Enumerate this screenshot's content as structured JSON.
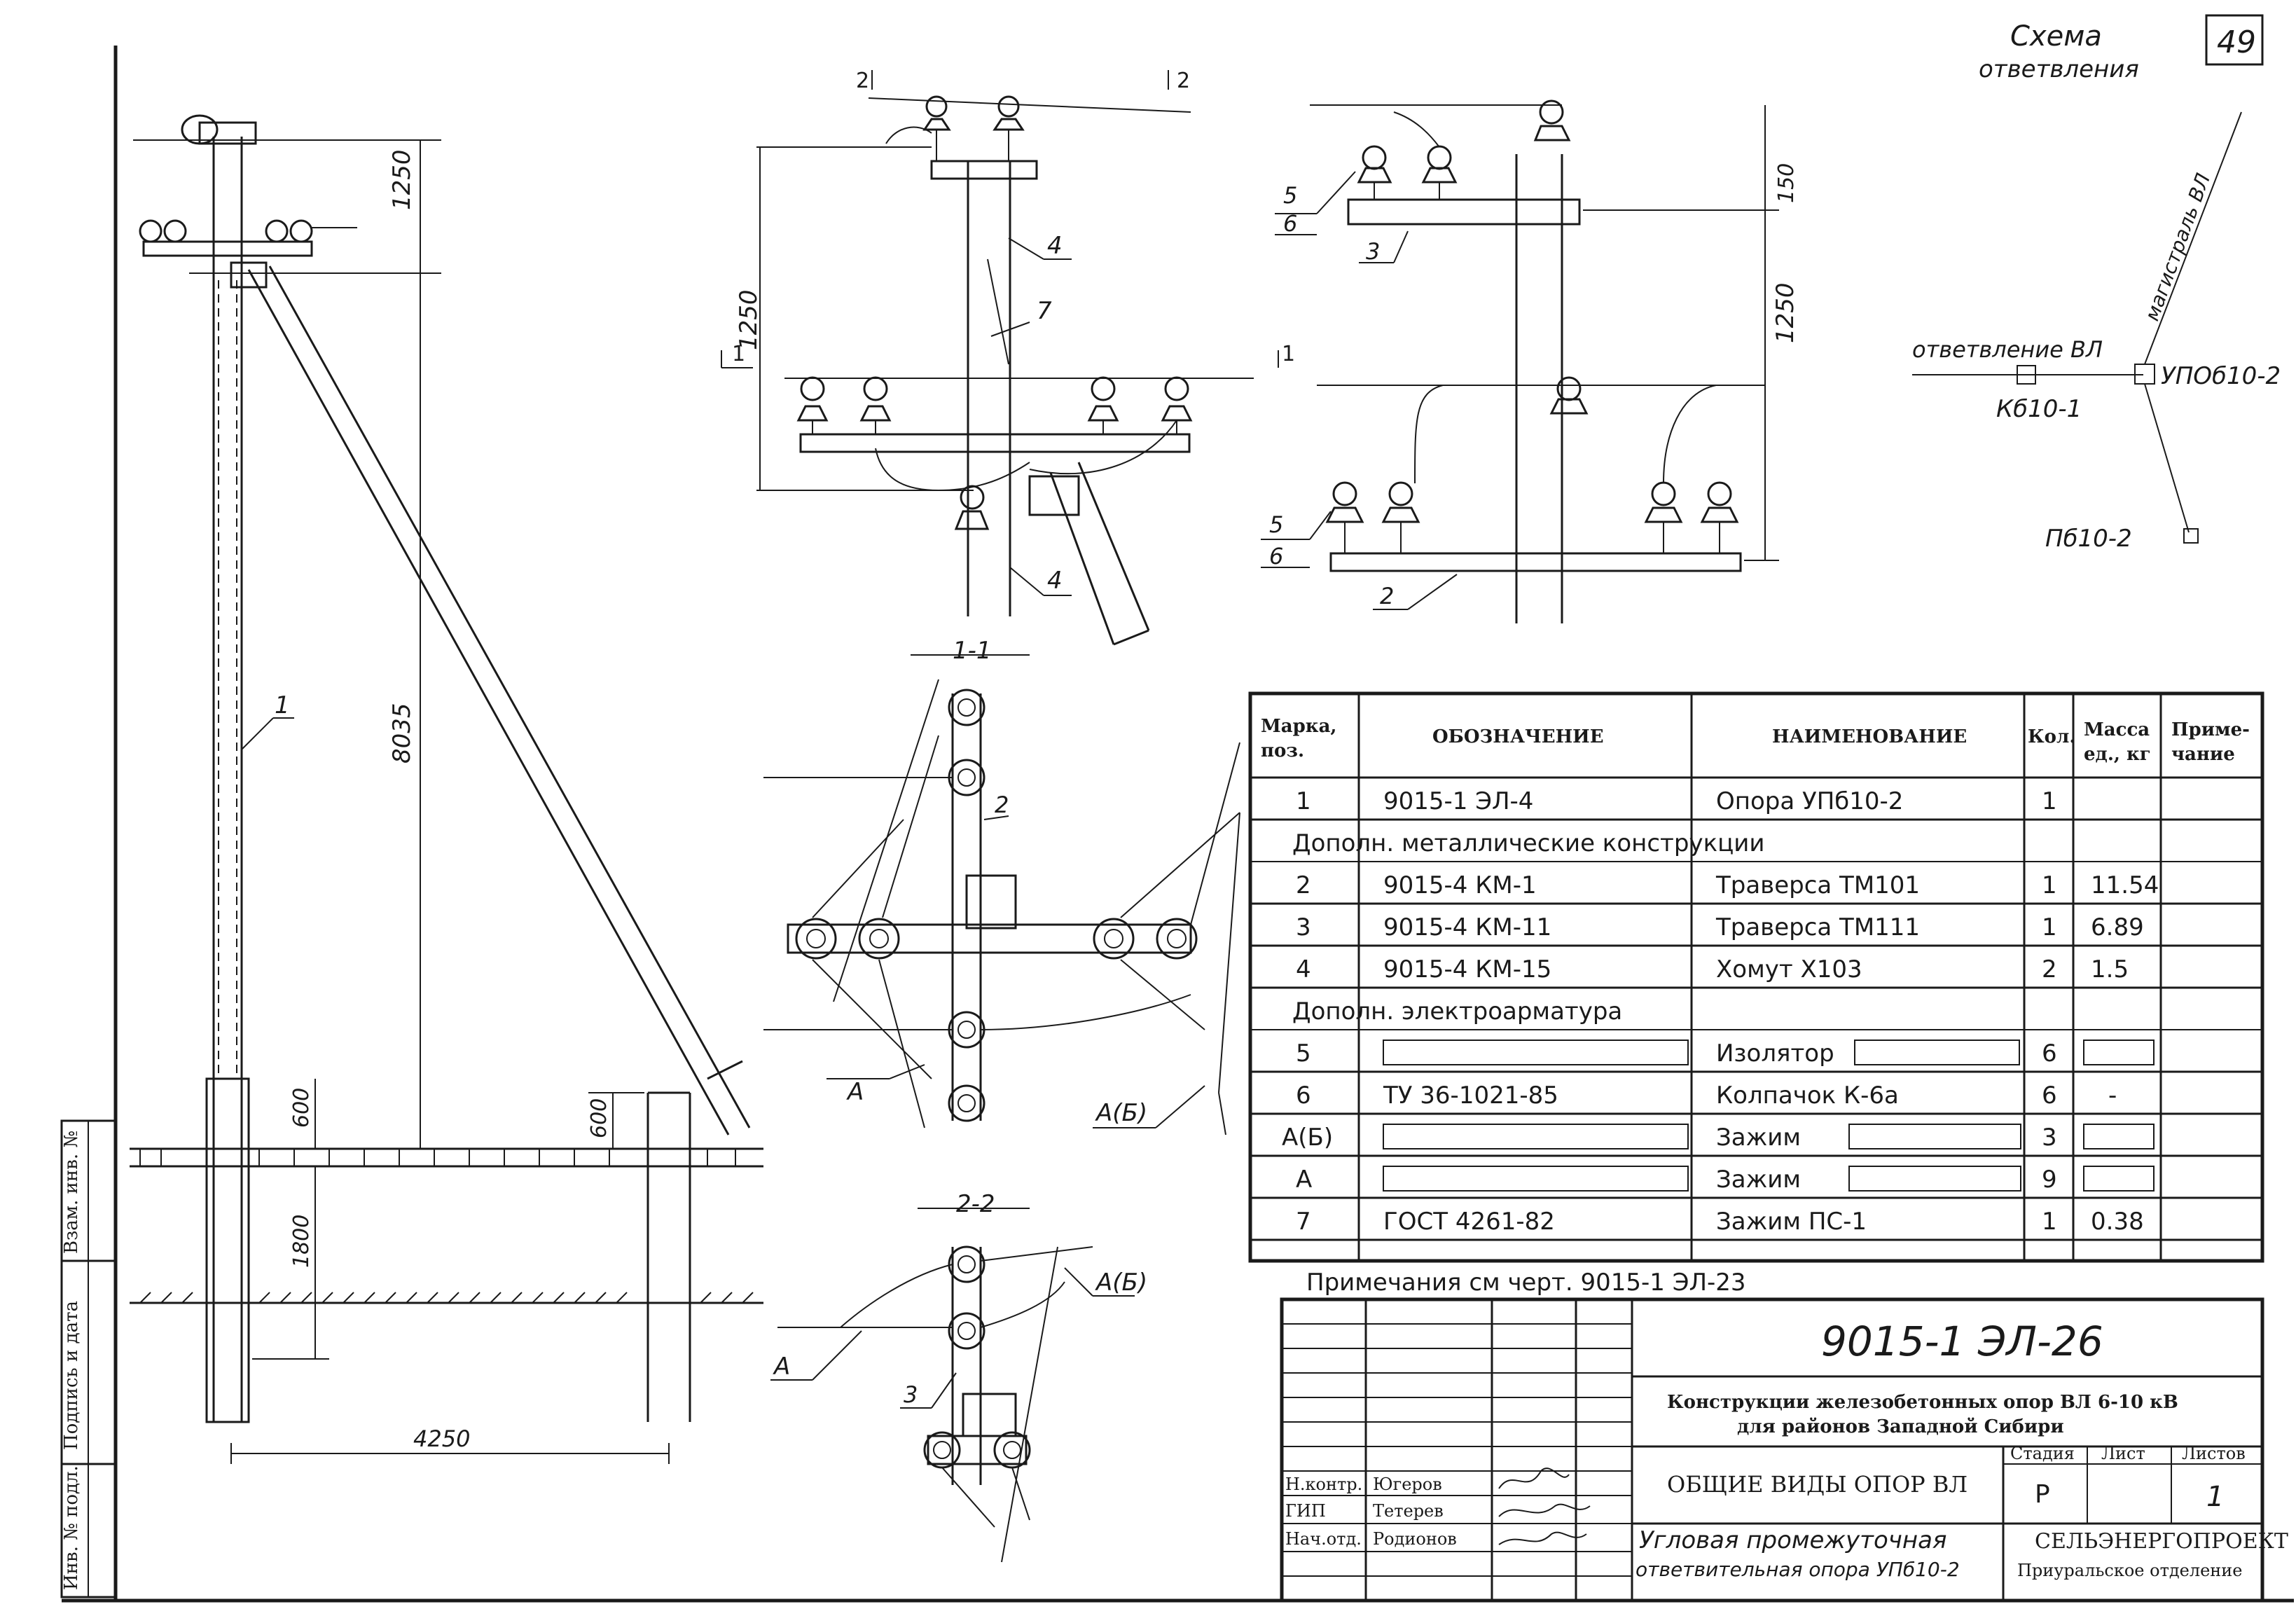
{
  "sheet_number": "49",
  "branch_scheme": {
    "title_line1": "Схема",
    "title_line2": "ответвления",
    "main_line_label": "магистраль ВЛ",
    "branch_label": "ответвление ВЛ",
    "k_label": "Кб10-1",
    "upb_label": "УПОб10-2",
    "pb_label": "Пб10-2"
  },
  "view_labels": {
    "section_1_1": "1-1",
    "section_2_2": "2-2",
    "cut_2_left": "2",
    "cut_2_right": "2",
    "cut_1_left": "1",
    "cut_1_right": "1"
  },
  "dimensions": {
    "d1250_left": "1250",
    "d8035": "8035",
    "d600_left": "600",
    "d1800": "1800",
    "d600_right": "600",
    "d4250": "4250",
    "d1250_mid": "1250",
    "d150": "150",
    "d1250_right": "1250"
  },
  "callouts": {
    "c1": "1",
    "c4a": "4",
    "c7": "7",
    "c4b": "4",
    "c5a": "5",
    "c6a": "6",
    "c3a": "3",
    "c5b": "5",
    "c6b": "6",
    "c2a": "2",
    "c2b": "2",
    "cA1": "A",
    "cAB1": "A(Б)",
    "cAB2": "A(Б)",
    "cA2": "A",
    "c3b": "3"
  },
  "bom": {
    "headers": {
      "mark": "Марка, поз.",
      "designation": "ОБОЗНАЧЕНИЕ",
      "name": "НАИМЕНОВАНИЕ",
      "qty": "Кол.",
      "mass": "Масса ед., кг",
      "note": "Приме-чание"
    },
    "row1": {
      "mark": "1",
      "designation": "9015-1 ЭЛ-4",
      "name": "Опора УПб10-2",
      "qty": "1",
      "mass": ""
    },
    "section_metal": "Дополн. металлические конструкции",
    "row2": {
      "mark": "2",
      "designation": "9015-4 КМ-1",
      "name": "Траверса ТМ101",
      "qty": "1",
      "mass": "11.54"
    },
    "row3": {
      "mark": "3",
      "designation": "9015-4 КМ-11",
      "name": "Траверса ТМ111",
      "qty": "1",
      "mass": "6.89"
    },
    "row4": {
      "mark": "4",
      "designation": "9015-4 КМ-15",
      "name": "Хомут Х103",
      "qty": "2",
      "mass": "1.5"
    },
    "section_elec": "Дополн. электроарматура",
    "row5": {
      "mark": "5",
      "designation": "",
      "name": "Изолятор",
      "qty": "6",
      "mass": ""
    },
    "row6": {
      "mark": "6",
      "designation": "ТУ 36-1021-85",
      "name": "Колпачок К-6а",
      "qty": "6",
      "mass": "-"
    },
    "row7": {
      "mark": "А(Б)",
      "designation": "",
      "name": "Зажим",
      "qty": "3",
      "mass": ""
    },
    "row8": {
      "mark": "А",
      "designation": "",
      "name": "Зажим",
      "qty": "9",
      "mass": ""
    },
    "row9": {
      "mark": "7",
      "designation": "ГОСТ 4261-82",
      "name": "Зажим ПС-1",
      "qty": "1",
      "mass": "0.38"
    }
  },
  "notes": "Примечания см черт. 9015-1 ЭЛ-23",
  "title_block": {
    "drawing_code": "9015-1 ЭЛ-26",
    "project_line1": "Конструкции железобетонных опор ВЛ 6-10 кВ",
    "project_line2": "для районов Западной Сибири",
    "general_views": "ОБЩИЕ ВИДЫ ОПОР ВЛ",
    "subject_line1": "Угловая промежуточная",
    "subject_line2": "ответвительная опора УПб10-2",
    "stage_label": "Стадия",
    "sheet_label": "Лист",
    "sheets_label": "Листов",
    "stage_value": "Р",
    "sheets_value": "1",
    "org": "СЕЛЬЭНЕРГОПРОЕКТ",
    "org_sub": "Приуральское отделение",
    "role1": "Н.контр.",
    "name1": "Югеров",
    "role2": "ГИП",
    "name2": "Тетерев",
    "role3": "Нач.отд.",
    "name3": "Родионов"
  },
  "side_stamp": {
    "inv_orig": "Инв. № подл.",
    "signature_date": "Подпись и дата",
    "replace_inv": "Взам. инв. №"
  }
}
